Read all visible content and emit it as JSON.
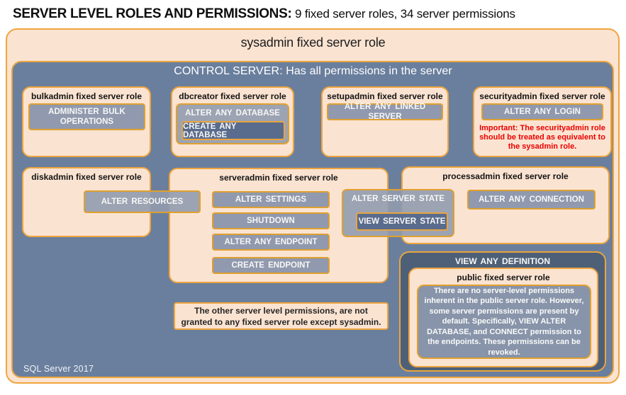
{
  "page_title": {
    "main": "SERVER LEVEL ROLES AND PERMISSIONS:",
    "sub": " 9 fixed server roles, 34 server permissions"
  },
  "sysadmin": {
    "title": "sysadmin fixed server role"
  },
  "control": {
    "title": "CONTROL SERVER: Has all permissions in the server",
    "footer": "SQL Server 2017"
  },
  "roles": {
    "bulkadmin": {
      "title": "bulkadmin fixed server role",
      "permission": "ADMINISTER BULK OPERATIONS"
    },
    "dbcreator": {
      "title": "dbcreator fixed server role",
      "outer_permission": "ALTER ANY DATABASE",
      "inner_permission": "CREATE ANY DATABASE"
    },
    "setupadmin": {
      "title": "setupadmin fixed server role",
      "permission": "ALTER ANY LINKED SERVER"
    },
    "securityadmin": {
      "title": "securityadmin fixed server role",
      "permission": "ALTER ANY LOGIN",
      "warning": "Important: The securityadmin role should be treated as equivalent to the sysadmin role."
    },
    "diskadmin": {
      "title": "diskadmin fixed server role",
      "permission": "ALTER RESOURCES"
    },
    "serveradmin": {
      "title": "serveradmin fixed server role",
      "permissions": [
        "ALTER SETTINGS",
        "SHUTDOWN",
        "ALTER ANY ENDPOINT",
        "CREATE ENDPOINT"
      ],
      "outer_permission": "ALTER SERVER STATE",
      "inner_permission": "VIEW SERVER STATE"
    },
    "processadmin": {
      "title": "processadmin fixed server role",
      "permission": "ALTER ANY CONNECTION"
    },
    "public": {
      "container_permission": "VIEW ANY DEFINITION",
      "title": "public fixed server role",
      "description": "There are no server-level permissions inherent in the public server role. However, some server permissions are present by default. Specifically, VIEW ALTER DATABASE, and CONNECT permission to the endpoints. These permissions can be revoked."
    }
  },
  "note": "The other server level permissions, are not granted to any fixed server role except sysadmin.",
  "colors": {
    "peach": "#fbe3d1",
    "gold_border": "#eda43d",
    "blue": "#6a7f9d",
    "dark_blue": "#4e6078",
    "button_gray": "#9099ae",
    "button_dark": "#5a6c8d",
    "warning_red": "#ea0000"
  }
}
